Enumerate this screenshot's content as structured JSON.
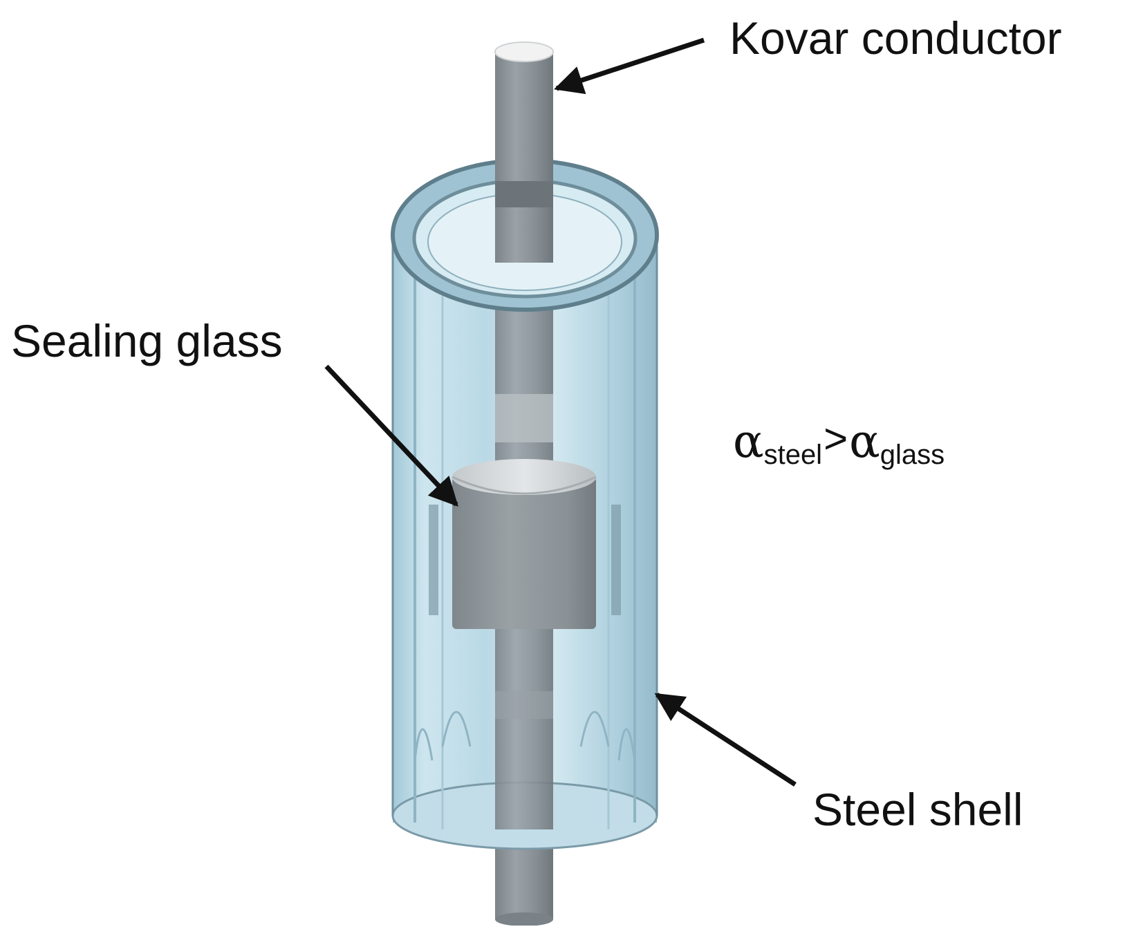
{
  "diagram": {
    "labels": {
      "kovar_conductor": "Kovar conductor",
      "sealing_glass": "Sealing glass",
      "steel_shell": "Steel shell"
    },
    "formula": {
      "alpha": "α",
      "sub_left": "steel",
      "operator": ">",
      "sub_right": "glass"
    },
    "colors": {
      "shell_glass": "#bcdbe8",
      "shell_edge": "#5f7e8c",
      "conductor": "#8e969b",
      "conductor_top": "#f2f2f2",
      "sealing_glass": "#8a9196",
      "arrow": "#111111"
    }
  }
}
